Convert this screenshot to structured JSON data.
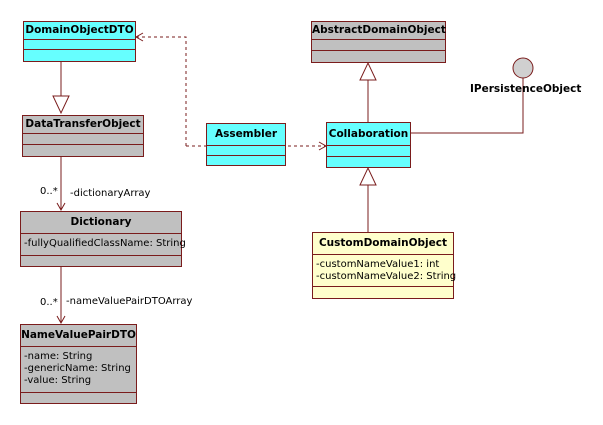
{
  "classes": {
    "domain_object_dto": {
      "name": "DomainObjectDTO"
    },
    "abstract_domain_object": {
      "name": "AbstractDomainObject"
    },
    "data_transfer_object": {
      "name": "DataTransferObject"
    },
    "assembler": {
      "name": "Assembler"
    },
    "collaboration": {
      "name": "Collaboration"
    },
    "dictionary": {
      "name": "Dictionary",
      "attributes": [
        "-fullyQualifiedClassName: String"
      ]
    },
    "custom_domain_object": {
      "name": "CustomDomainObject",
      "attributes": [
        "-customNameValue1: int",
        "-customNameValue2: String"
      ]
    },
    "name_value_pair_dto": {
      "name": "NameValuePairDTO",
      "attributes": [
        "-name: String",
        "-genericName: String",
        "-value: String"
      ]
    }
  },
  "interface": {
    "name": "IPersistenceObject"
  },
  "associations": {
    "dictionary_array": {
      "multiplicity": "0..*",
      "role": "-dictionaryArray"
    },
    "name_value_pair_array": {
      "multiplicity": "0..*",
      "role": "-nameValuePairDTOArray"
    }
  },
  "colors": {
    "border": "#7a1c1c",
    "dto_fill": "#66ffff",
    "entity_fill": "#c0c0c0",
    "custom_fill": "#ffffcc",
    "interface_fill": "#d0d0d0"
  }
}
